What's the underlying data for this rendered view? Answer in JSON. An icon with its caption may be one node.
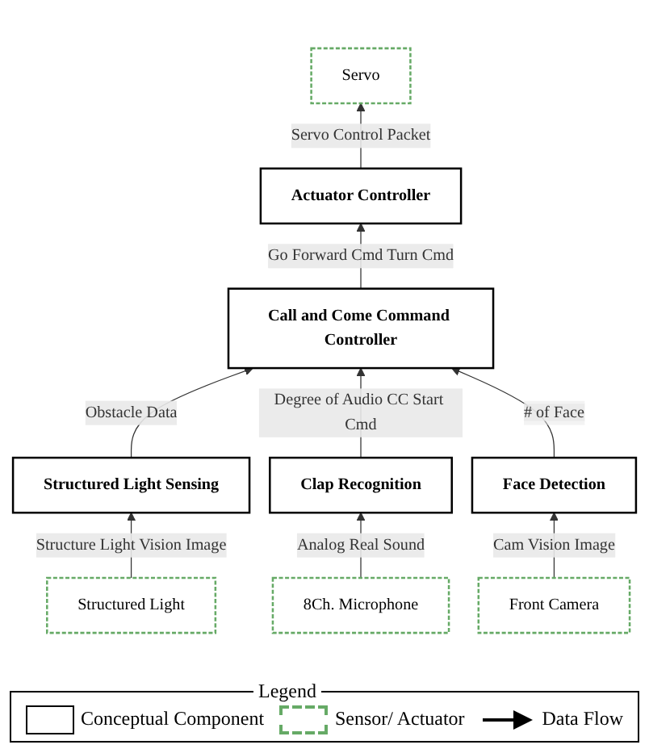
{
  "diagram": {
    "nodes": [
      {
        "text": [
          "Servo"
        ]
      },
      {
        "text": [
          "Actuator Controller"
        ]
      },
      {
        "text": [
          "Call and Come Command Controller"
        ]
      },
      {
        "text": [
          "Structured Light Sensing"
        ]
      },
      {
        "text": [
          "Clap Recognition"
        ]
      },
      {
        "text": [
          "Face Detection"
        ]
      },
      {
        "text": [
          "Structured Light"
        ]
      },
      {
        "text": [
          "8Ch. Microphone"
        ]
      },
      {
        "text": [
          "Front Camera"
        ]
      }
    ],
    "edges": [
      {
        "from": 1,
        "to": 0,
        "arrow": "to",
        "label": "Servo Control Packet"
      },
      {
        "from": 2,
        "to": 1,
        "arrow": "to",
        "label": "Go Forward Cmd Turn Cmd"
      },
      {
        "from": 3,
        "to": 2,
        "arrow": "to",
        "label": "Obstacle Data"
      },
      {
        "from": 4,
        "to": 2,
        "arrow": "to",
        "label": "Degree of Audio CC Start Cmd"
      },
      {
        "from": 5,
        "to": 2,
        "arrow": "to",
        "label": "# of Face"
      },
      {
        "from": 6,
        "to": 3,
        "arrow": "to",
        "label": "Structure Light Vision Image"
      },
      {
        "from": 7,
        "to": 4,
        "arrow": "to",
        "label": "Analog Real Sound"
      },
      {
        "from": 8,
        "to": 5,
        "arrow": "to",
        "label": "Cam Vision Image"
      }
    ],
    "labels": [
      "Legend"
    ],
    "legend": [
      {
        "text": "Conceptual Component"
      },
      {
        "text": "Sensor/ Actuator"
      },
      {
        "text": "Data Flow"
      }
    ]
  }
}
